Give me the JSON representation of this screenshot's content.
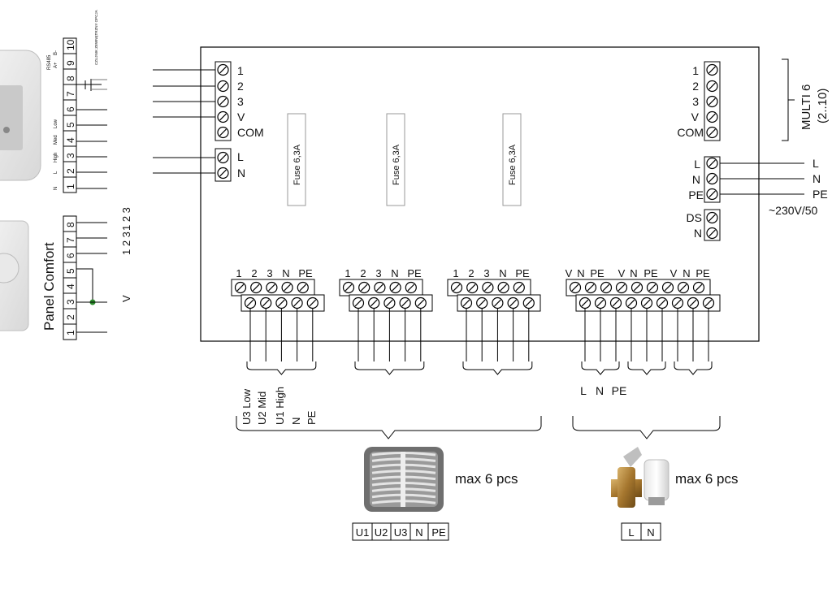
{
  "left_device": {
    "terminals": [
      "1",
      "2",
      "3",
      "4",
      "5",
      "6",
      "7",
      "8",
      "9",
      "10"
    ],
    "bus_label": "RS485",
    "bus_pins": [
      "A+",
      "B-"
    ],
    "sensor_label": "CZUJNIK ZEWNĘTRZNY OPCJA",
    "speed_labels": [
      "Low",
      "Med",
      "High"
    ],
    "power_labels": [
      "L",
      "N"
    ]
  },
  "panel_comfort": {
    "title": "Panel Comfort",
    "terminals": [
      "1",
      "2",
      "3",
      "4",
      "5",
      "6",
      "7",
      "8"
    ],
    "right_labels": [
      "1 2 3",
      "1 2 3",
      "V"
    ]
  },
  "board": {
    "input_terminals": [
      "1",
      "2",
      "3",
      "V",
      "COM"
    ],
    "power_terminals": [
      "L",
      "N"
    ],
    "fuses": [
      "Fuse 6,3A",
      "Fuse 6,3A",
      "Fuse 6,3A"
    ],
    "multi_terminals": [
      "1",
      "2",
      "3",
      "V",
      "COM"
    ],
    "multi_label": "MULTI 6",
    "multi_range": "(2..10)",
    "supply_terminals": [
      "L",
      "N",
      "PE"
    ],
    "ds_terminals": [
      "DS",
      "N"
    ],
    "supply_external_labels": [
      "L",
      "N",
      "PE"
    ],
    "supply_voltage": "~230V/50",
    "fan_output_labels": [
      "1",
      "2",
      "3",
      "N",
      "PE"
    ],
    "valve_output_labels": [
      "V",
      "N",
      "PE"
    ]
  },
  "fan_group": {
    "output_labels": [
      "U3 Low",
      "U2 Mid",
      "U1 High",
      "N",
      "PE"
    ],
    "quantity": "max 6 pcs",
    "terminals": [
      "U1",
      "U2",
      "U3",
      "N",
      "PE"
    ]
  },
  "valve_group": {
    "output_labels": [
      "L",
      "N",
      "PE"
    ],
    "quantity": "max 6 pcs",
    "terminals": [
      "L",
      "N"
    ]
  }
}
